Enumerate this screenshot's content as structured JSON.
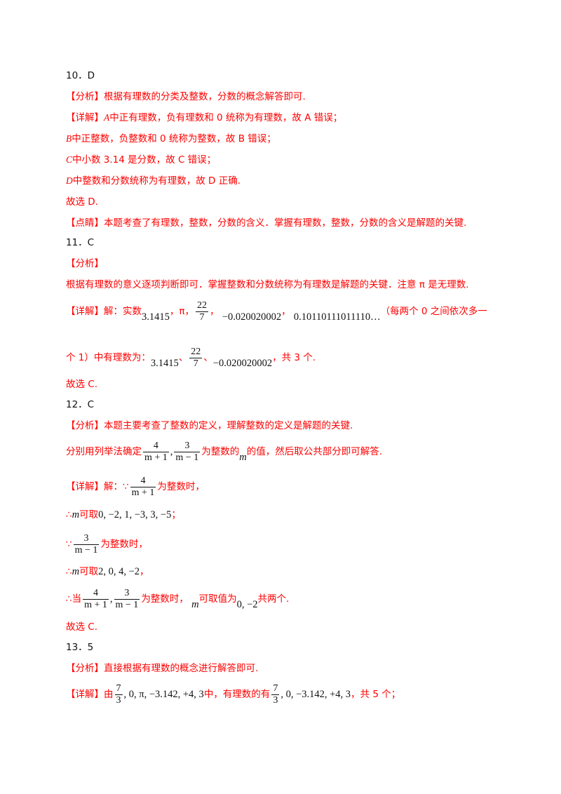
{
  "q10": {
    "header": "10．D",
    "analysis": "【分析】根据有理数的分类及整数，分数的概念解答即可.",
    "detail_tag": "【详解】",
    "detail_a_var": "A",
    "detail_a_text": "中正有理数，负有理数和 0 统称为有理数，故 A 错误；",
    "b_var": "B",
    "b_text": "中正整数，负整数和 0 统称为整数，故 B 错误；",
    "c_var": "C",
    "c_text": "中小数 3.14 是分数，故 C 错误；",
    "d_var": "D",
    "d_text": "中整数和分数统称为有理数，故 D 正确.",
    "choose": "故选 D.",
    "comment": "【点睛】本题考查了有理数，整数，分数的含义．掌握有理数，整数，分数的含义是解题的关键."
  },
  "q11": {
    "header": "11．C",
    "analysis_tag": "【分析】",
    "analysis_text": "根据有理数的意义逐项判断即可．掌握整数和分数统称为有理数是解题的关键．注意 π 是无理数.",
    "detail_prefix": "【详解】解：实数",
    "n1": "3.1415",
    "sep_pi": "，π，",
    "frac_num": "22",
    "frac_den": "7",
    "comma1": "，",
    "n2": "−0.020020002",
    "comma2": "，",
    "n3": "0.10110111011110…",
    "note_start": "（每两个 0 之间依次多一",
    "note_end": "个 1）中有理数为：",
    "r1": "3.1415",
    "dun1": "、",
    "r_frac_num": "22",
    "r_frac_den": "7",
    "dun2": "、",
    "r3": "−0.020020002",
    "total": "，共 3 个.",
    "choose": "故选 C."
  },
  "q12": {
    "header": "12．C",
    "analysis": "【分析】本题主要考查了整数的定义，理解整数的定义是解题的关键.",
    "method_prefix": "分别用列举法确定",
    "f1_num": "4",
    "f1_den": "m + 1",
    "f2_num": "3",
    "f2_den": "m − 1",
    "method_mid": "为整数的",
    "m_var": "m",
    "method_end": "的值，然后取公共部分即可解答.",
    "detail_prefix": "【详解】解：∵",
    "is_int": "为整数时，",
    "therefore": "∴",
    "can_take": "可取",
    "vals1": "0, −2, 1, −3, 3, −5",
    "semicolon": "；",
    "because": "∵",
    "vals2": "2, 0, 4, −2",
    "comma": "，",
    "when": "∴当",
    "comma_sep": ",",
    "is_int2": "为整数时，",
    "can_take2": "可取值为",
    "vals3": "0, −2",
    "end": "共两个.",
    "choose": "故选 C."
  },
  "q13": {
    "header": "13．5",
    "analysis": "【分析】直接根据有理数的概念进行解答即可.",
    "detail_prefix": "【详解】由",
    "f_num": "7",
    "f_den": "3",
    "list_all": ", 0, π, −3.142, +4, 3",
    "mid": "中，有理数的有",
    "list_rat": ", 0, −3.142, +4, 3",
    "total": "，共 5 个；"
  }
}
